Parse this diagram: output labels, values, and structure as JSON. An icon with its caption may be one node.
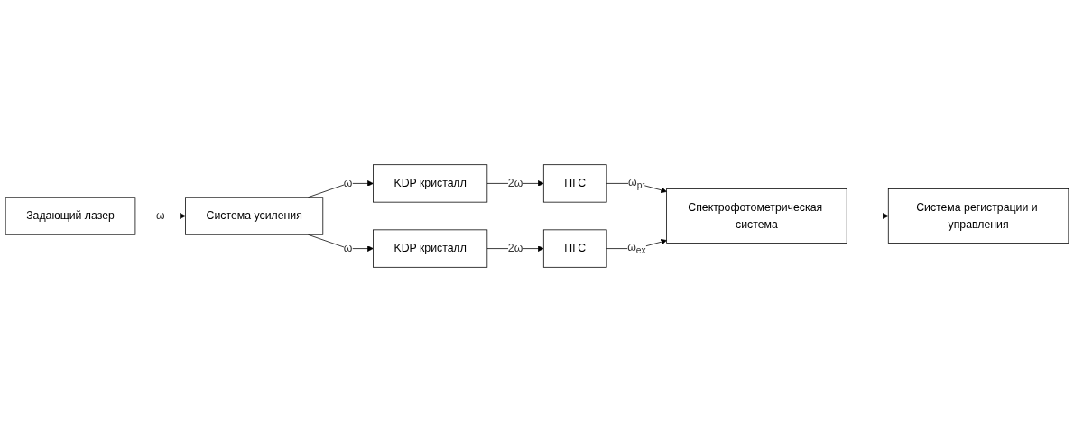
{
  "diagram": {
    "nodes": [
      {
        "text": [
          "Задающий лазер"
        ]
      },
      {
        "text": [
          "Система усиления"
        ]
      },
      {
        "text": [
          "KDP кристалл"
        ]
      },
      {
        "text": [
          "ПГС"
        ]
      },
      {
        "text": [
          "KDP кристалл"
        ]
      },
      {
        "text": [
          "ПГС"
        ]
      },
      {
        "text": [
          "Система регистрации и управления"
        ]
      },
      {
        "text": [
          "Спектрофотометрическая система"
        ]
      }
    ],
    "edges": [
      {
        "from": 0,
        "to": 1,
        "arrow": "to",
        "label": "ω"
      },
      {
        "from": 1,
        "to": 2,
        "arrow": "to",
        "label": "ω"
      },
      {
        "from": 2,
        "to": 3,
        "arrow": "to",
        "label": "2ω"
      },
      {
        "from": 1,
        "to": 4,
        "arrow": "to",
        "label": "ω"
      },
      {
        "from": 4,
        "to": 5,
        "arrow": "to",
        "label": "2ω"
      },
      {
        "from": 5,
        "to": 7,
        "arrow": "to",
        "label": "ω$_{pr}$"
      },
      {
        "from": 3,
        "to": 7,
        "arrow": "to",
        "label": "ω$_{ex}$"
      },
      {
        "from": 7,
        "to": 6,
        "arrow": "to"
      }
    ]
  }
}
